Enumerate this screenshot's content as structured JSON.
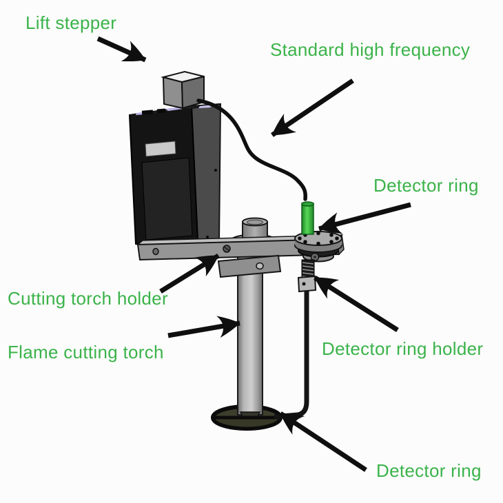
{
  "labels": {
    "lift_stepper": "Lift stepper",
    "standard_high_frequency": "Standard high frequency",
    "detector_ring_top": "Detector ring",
    "cutting_torch_holder": "Cutting torch holder",
    "flame_cutting_torch": "Flame cutting torch",
    "detector_ring_holder": "Detector ring holder",
    "detector_ring_bottom": "Detector ring"
  },
  "colors": {
    "label_green": "#3bb34a",
    "arrow_black": "#0f0f0f",
    "sensor_green": "#46c94f",
    "background": "#fcfcfc"
  },
  "parts": [
    "lift-stepper-motor",
    "high-frequency-controller-box",
    "signal-cable",
    "detector-ring-sensor",
    "cutting-torch-holder-bracket",
    "flame-cutting-torch-cylinder",
    "detector-ring-holder-block",
    "bottom-detector-ring"
  ]
}
